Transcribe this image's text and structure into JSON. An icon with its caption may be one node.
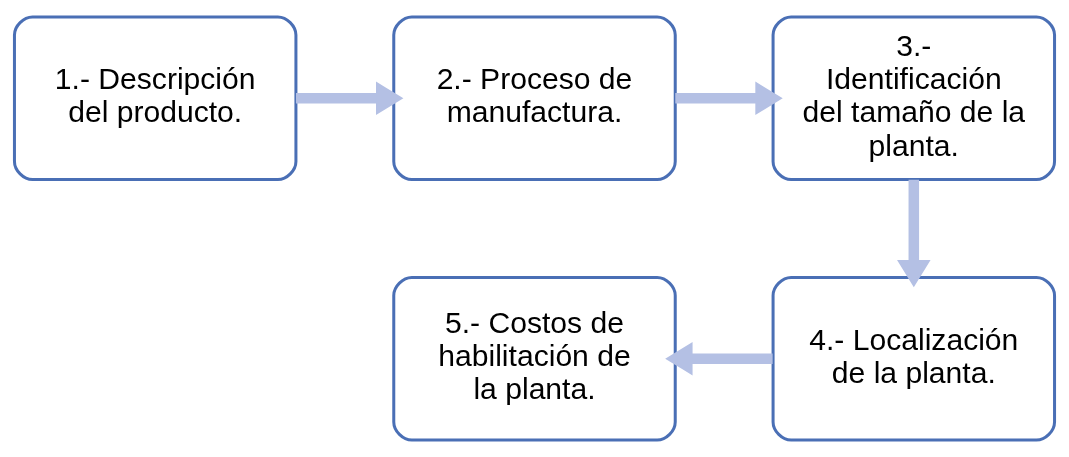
{
  "diagram": {
    "nodes": [
      {
        "text": [
          "1.- Descripción del producto."
        ]
      },
      {
        "text": [
          "2.- Proceso de manufactura."
        ]
      },
      {
        "text": [
          "3.- Identificación del tamaño de la planta."
        ]
      },
      {
        "text": [
          "4.- Localización de la planta."
        ]
      },
      {
        "text": [
          "5.- Costos de habilitación de la planta."
        ]
      }
    ],
    "edges": [
      {
        "from": 0,
        "to": 1,
        "arrow": "to"
      },
      {
        "from": 1,
        "to": 2,
        "arrow": "to"
      },
      {
        "from": 2,
        "to": 3,
        "arrow": "to"
      },
      {
        "from": 3,
        "to": 4,
        "arrow": "to"
      }
    ]
  }
}
